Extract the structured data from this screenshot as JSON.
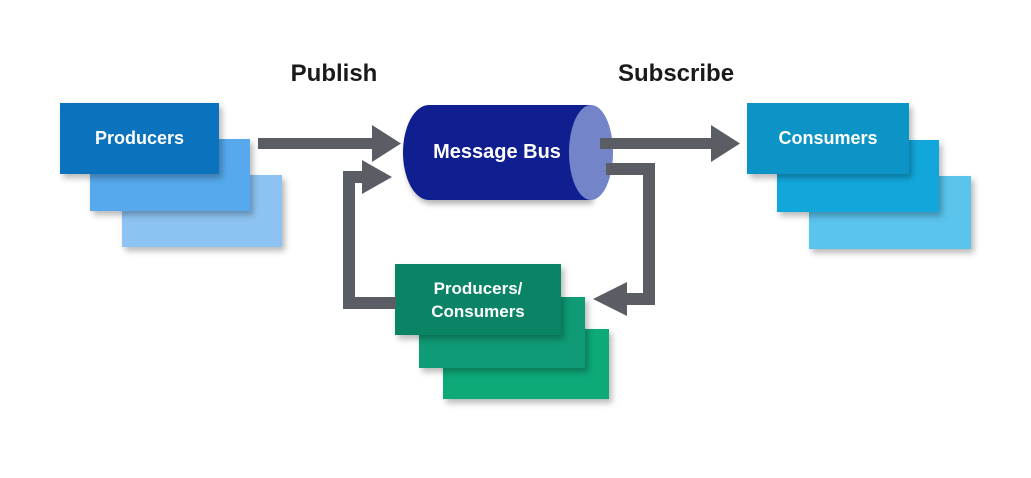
{
  "diagram": {
    "type": "pub-sub-message-bus",
    "labels": {
      "publish": "Publish",
      "subscribe": "Subscribe"
    },
    "nodes": {
      "producers": {
        "label": "Producers",
        "stack_count": 3
      },
      "message_bus": {
        "label": "Message Bus",
        "shape": "cylinder"
      },
      "consumers": {
        "label": "Consumers",
        "stack_count": 3
      },
      "producers_consumers": {
        "label_line1": "Producers/",
        "label_line2": "Consumers",
        "stack_count": 3
      }
    },
    "arrows": [
      {
        "name": "publish-arrow",
        "from": "Producers",
        "to": "Message Bus"
      },
      {
        "name": "subscribe-arrow",
        "from": "Message Bus",
        "to": "Consumers"
      },
      {
        "name": "bus-to-producers-consumers-arrow",
        "from": "Message Bus",
        "to": "Producers/Consumers"
      },
      {
        "name": "producers-consumers-to-bus-arrow",
        "from": "Producers/Consumers",
        "to": "Message Bus"
      }
    ],
    "colors": {
      "producers_front": "#0B72BE",
      "producers_mid": "#55A9EC",
      "producers_back": "#8CC3F2",
      "bus_body": "#101F8F",
      "bus_cap": "#7384C9",
      "consumers_front": "#0B94C5",
      "consumers_mid": "#12A7DB",
      "consumers_back": "#5AC4EC",
      "prodcons_front": "#0A8465",
      "prodcons_mid": "#0F9B75",
      "prodcons_back": "#0DA979",
      "arrow": "#5A5E64"
    }
  }
}
